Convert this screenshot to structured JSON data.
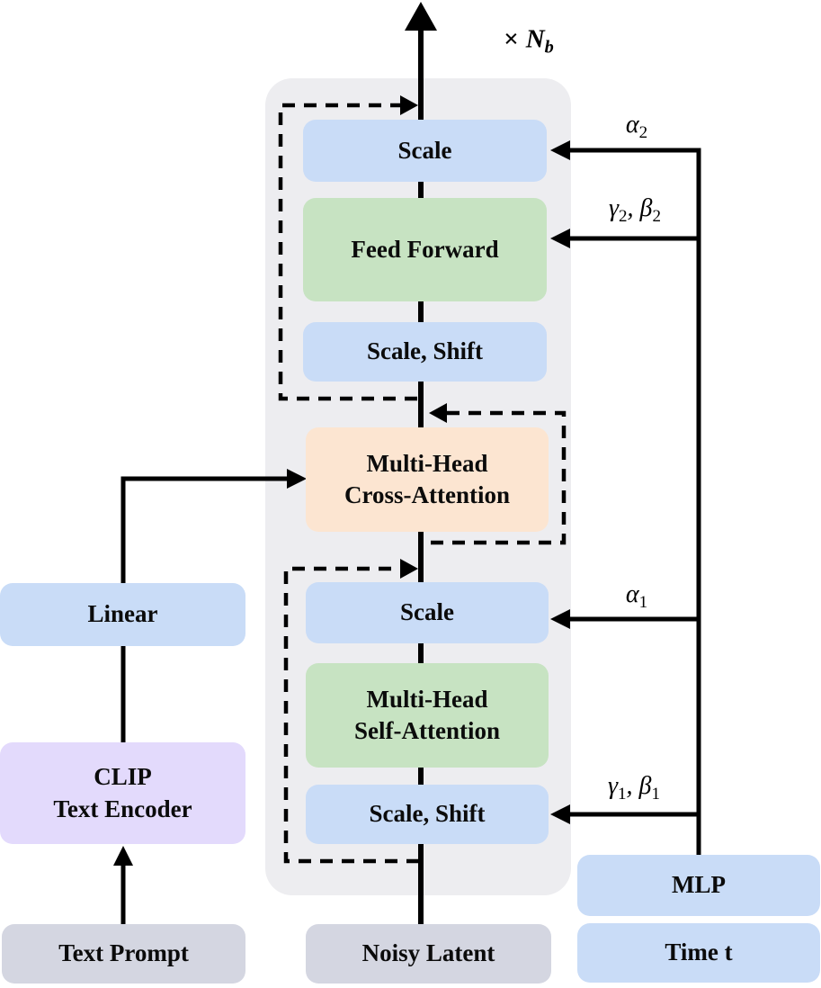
{
  "colors": {
    "blue": "#c9dcf7",
    "green": "#c7e3c2",
    "orange": "#fce5d1",
    "purple": "#e3dafc",
    "gray_box": "#d4d6e1",
    "container_bg": "#ededf0",
    "line": "#000000"
  },
  "repeat_label": {
    "times": "×",
    "base": "N",
    "sub": "b"
  },
  "blocks": {
    "scale_top": {
      "label": "Scale"
    },
    "feed_forward": {
      "label": "Feed Forward"
    },
    "scale_shift_top": {
      "label": "Scale, Shift"
    },
    "cross_attention": {
      "line1": "Multi-Head",
      "line2": "Cross-Attention"
    },
    "scale_mid": {
      "label": "Scale"
    },
    "self_attention": {
      "line1": "Multi-Head",
      "line2": "Self-Attention"
    },
    "scale_shift_bottom": {
      "label": "Scale, Shift"
    },
    "linear": {
      "label": "Linear"
    },
    "clip_encoder": {
      "line1": "CLIP",
      "line2": "Text Encoder"
    },
    "text_prompt": {
      "label": "Text Prompt"
    },
    "noisy_latent": {
      "label": "Noisy Latent"
    },
    "mlp": {
      "label": "MLP"
    },
    "time": {
      "label": "Time t"
    }
  },
  "conditioning_labels": {
    "alpha2": {
      "base": "α",
      "sub": "2"
    },
    "gamma_beta_2": {
      "gamma": "γ",
      "gamma_sub": "2",
      "separator": ", ",
      "beta": "β",
      "beta_sub": "2"
    },
    "alpha1": {
      "base": "α",
      "sub": "1"
    },
    "gamma_beta_1": {
      "gamma": "γ",
      "gamma_sub": "1",
      "separator": ", ",
      "beta": "β",
      "beta_sub": "1"
    }
  }
}
